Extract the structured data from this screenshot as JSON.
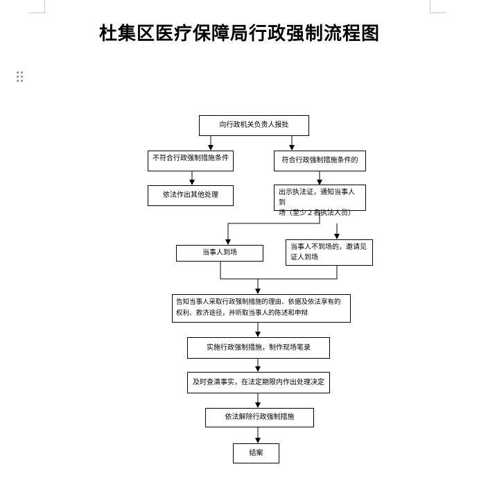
{
  "document": {
    "title": "杜集区医疗保障局行政强制流程图"
  },
  "flowchart": {
    "steps": [
      "向行政机关负责人报批",
      "不符合行政强制措施条件",
      "符合行政强制措施条件的",
      "依法作出其他处理",
      "出示执法证，通知当事人到\n场（至少２名执法人员）",
      "当事人到场",
      "当事人不到场的，邀请见\n证人到场",
      "告知当事人采取行政强制措施的理由、依据及依法享有的\n权利、救济途径，并听取当事人的陈述和申辩",
      "实施行政强制措施，制作现场笔录",
      "及时查清事实，在法定期限内作出处理决定",
      "依法解除行政强制措施",
      "结案"
    ]
  },
  "icons": {
    "drag_handle": "drag-handle-icon"
  }
}
